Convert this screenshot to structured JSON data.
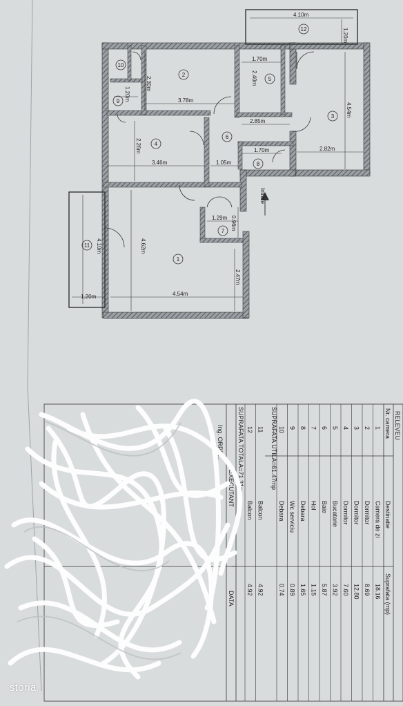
{
  "plan": {
    "entrance_label": "Intrare",
    "room_numbers": [
      "1",
      "2",
      "3",
      "4",
      "5",
      "6",
      "7",
      "8",
      "9",
      "10",
      "11",
      "12"
    ],
    "dims": {
      "d_410_top": "4.10m",
      "d_120_top": "1.20m",
      "d_170_a": "1.70m",
      "d_240": "2.40m",
      "d_230": "2.30m",
      "d_378": "3.78m",
      "d_454_r3": "4.54m",
      "d_120_9": "1.20m",
      "d_285": "2.85m",
      "d_282": "2.82m",
      "d_226": "2.26m",
      "d_170_b": "1.70m",
      "d_346": "3.46m",
      "d_105": "1.05m",
      "d_129": "1.29m",
      "d_096": "0.96m",
      "d_410_bal": "4.10m",
      "d_462": "4.62m",
      "d_247": "2.47m",
      "d_120_bal": "1.20m",
      "d_454_r1": "4.54m"
    }
  },
  "table": {
    "title": "RELEVEU",
    "headers": [
      "Nr. camera",
      "Destinatie",
      "Suprafata (mp)"
    ],
    "rows": [
      [
        "1",
        "Camera de zi",
        "18.16"
      ],
      [
        "2",
        "Dormitor",
        "8.69"
      ],
      [
        "3",
        "Dormitor",
        "12.80"
      ],
      [
        "4",
        "Dormitor",
        "7.60"
      ],
      [
        "5",
        "Bucatarie",
        "3.92"
      ],
      [
        "6",
        "Baie",
        "5.87"
      ],
      [
        "7",
        "Hol",
        "1.15"
      ],
      [
        "8",
        "Debara",
        "1.65"
      ],
      [
        "9",
        "Wc serviciu",
        "0.89"
      ],
      [
        "10",
        "Debara",
        "0.74"
      ]
    ],
    "util_label": "SUPRAFATA UTILA=61.47mp",
    "balcony_rows": [
      [
        "11",
        "Balcon",
        "4.92"
      ],
      [
        "12",
        "Balcon",
        "4.92"
      ]
    ],
    "total_label": "SUPRAFATA TOTALA=71.31mp",
    "executant_label": "EXECUTANT",
    "data_label": "DATA",
    "ing_label": "Ing. ORPE..."
  },
  "watermark": "storia"
}
